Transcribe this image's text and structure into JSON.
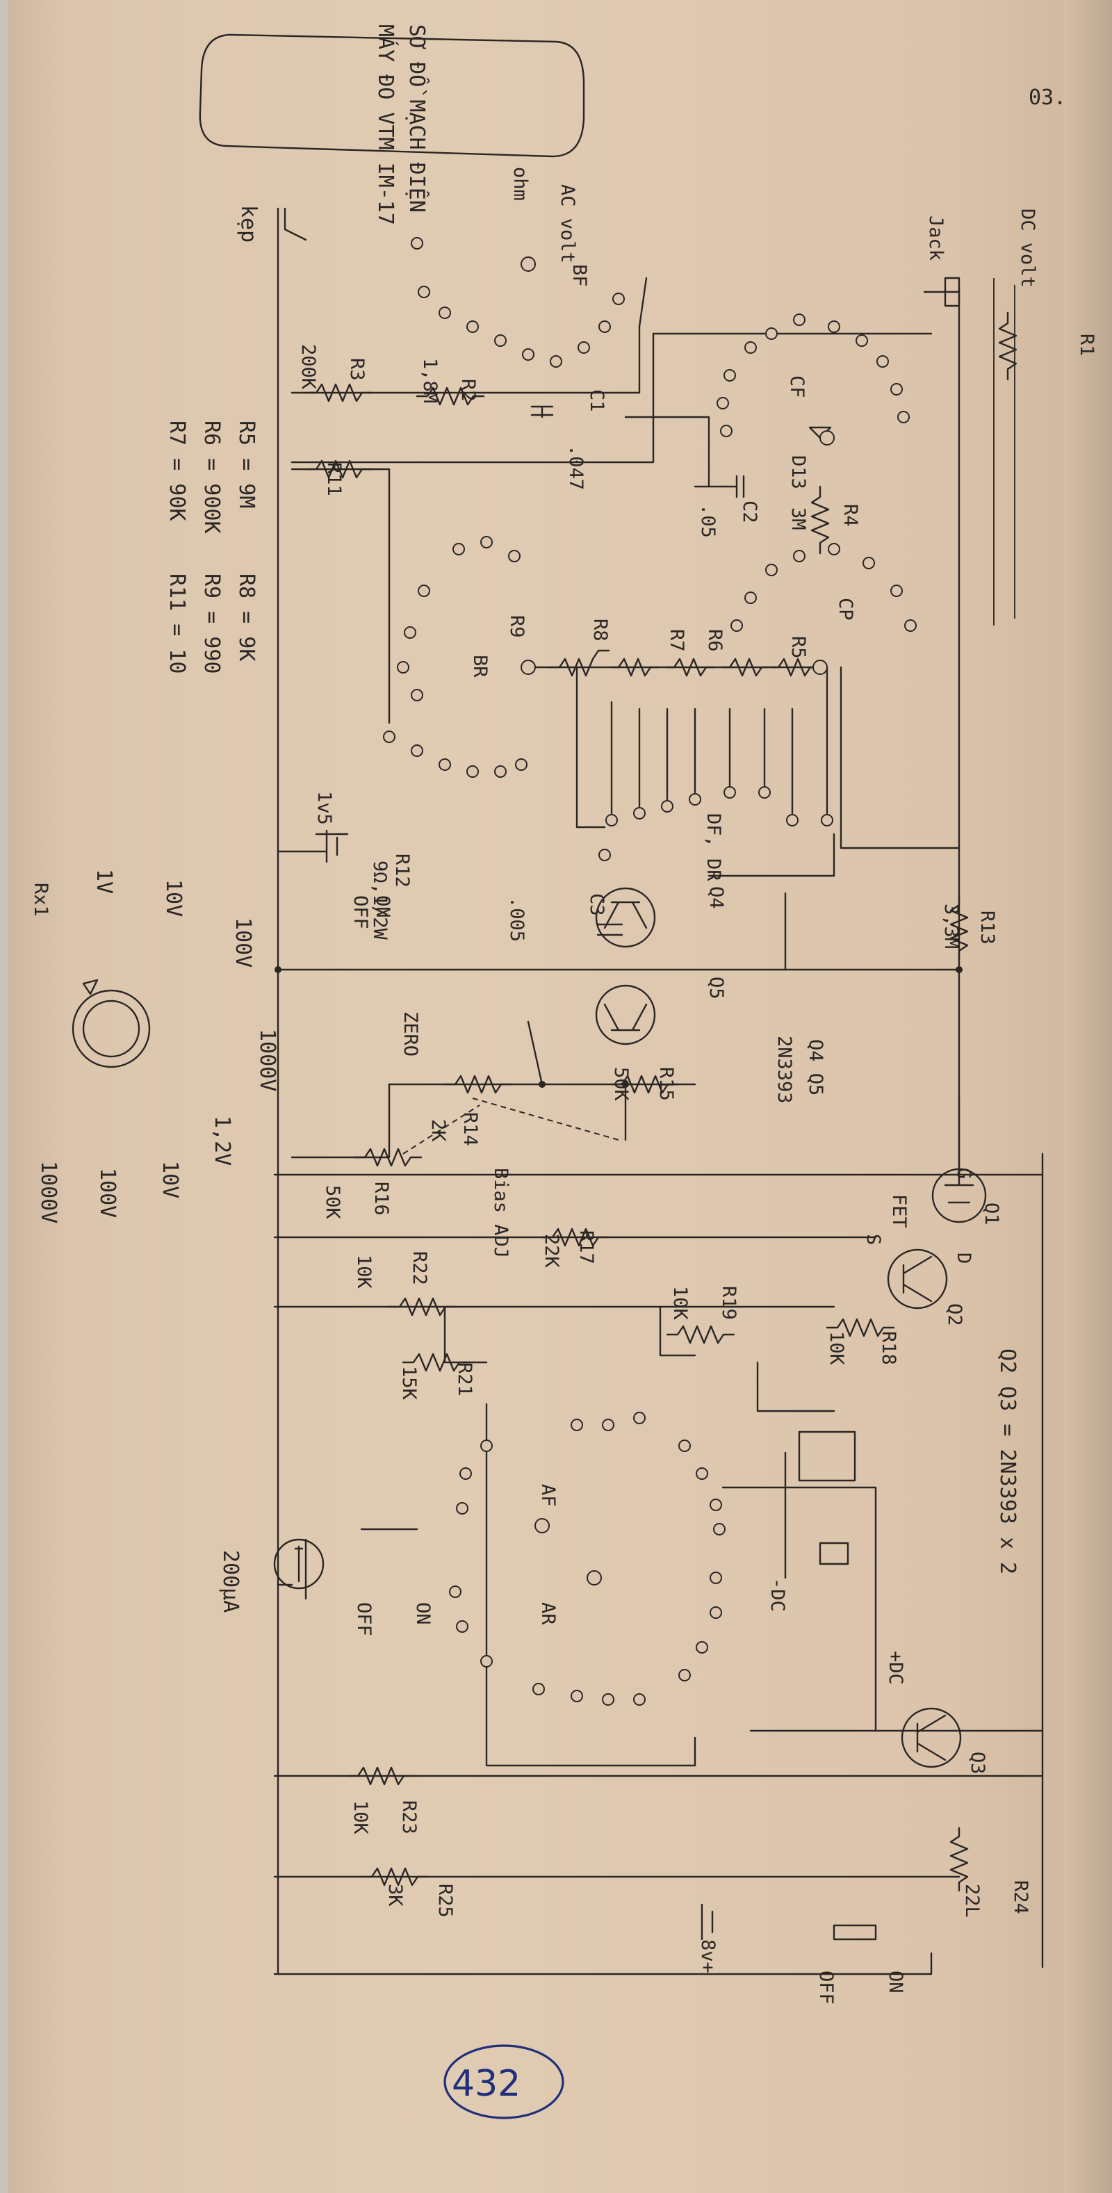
{
  "page_number": "03.",
  "handwritten_page_number": "432",
  "title_lines": [
    "SƠ ĐỒ MẠCH ĐIỆN",
    "MÁY ĐO VTM IM-17"
  ],
  "range_labels": [
    "Rx1",
    "1V",
    "10V",
    "100V",
    "1000V",
    "1,2V",
    "10V",
    "100V",
    "1000V"
  ],
  "resistor_values": [
    "R5 = 9M",
    "R6 = 900K",
    "R7 = 90K",
    "R8 = 9K",
    "R9 = 990",
    "R11 = 10"
  ],
  "transistor_note": "Q2 Q3 = 2N3393 x 2",
  "q45_note": [
    "Q4 Q5",
    "2N3393"
  ],
  "labels": {
    "dc_volt": "DC volt",
    "jack": "Jack",
    "ac_volt": "AC volt",
    "ohm": "ohm",
    "kep": "kẹp",
    "bf": "BF",
    "br": "BR",
    "df_dr": "DF, DR",
    "af": "AF",
    "ar": "AR",
    "zero": "ZERO",
    "bias_adj": "Bias ADJ",
    "fet": "FET",
    "g": "G",
    "d": "D",
    "s": "S",
    "meter": "200μA",
    "minus_dc": "-DC",
    "plus_dc": "+DC",
    "on": "ON",
    "off": "OFF",
    "battery_15": "1v5",
    "battery_8": "8v+"
  },
  "components": {
    "c1": "C1",
    "c1_val": ".047",
    "c2": "C2",
    "c2_val": ".05",
    "c3": "C3",
    "c3_val": ".005",
    "cf": "CF",
    "cp": "CP",
    "d13": "D13",
    "r1": "R1",
    "r2": "R2",
    "r2_val": "1,8M",
    "r3": "R3",
    "r3_val": "200K",
    "r4": "R4",
    "r4_val": "3M",
    "r5": "R5",
    "r6": "R6",
    "r7": "R7",
    "r8": "R8",
    "r9": "R9",
    "r11": "R11",
    "r12": "R12",
    "r12_val": "9Ω,1/2W",
    "r13": "R13",
    "r13_val": "3,3M",
    "r14": "R14",
    "r14_val": "2K",
    "r15": "R15",
    "r15_val": "50K",
    "r16": "R16",
    "r16_val": "50K",
    "r17": "R17",
    "r17_val": "22K",
    "r18": "R18",
    "r18_val": "10K",
    "r19": "R19",
    "r19_val": "10K",
    "r21": "R21",
    "r21_val": "15K",
    "r22": "R22",
    "r22_val": "10K",
    "r23": "R23",
    "r23_val": "10K",
    "r24": "R24",
    "r24_val": "22L",
    "r25": "R25",
    "r25_val": "3K",
    "q1": "Q1",
    "q2": "Q2",
    "q3": "Q3",
    "q4": "Q4",
    "q5": "Q5"
  }
}
